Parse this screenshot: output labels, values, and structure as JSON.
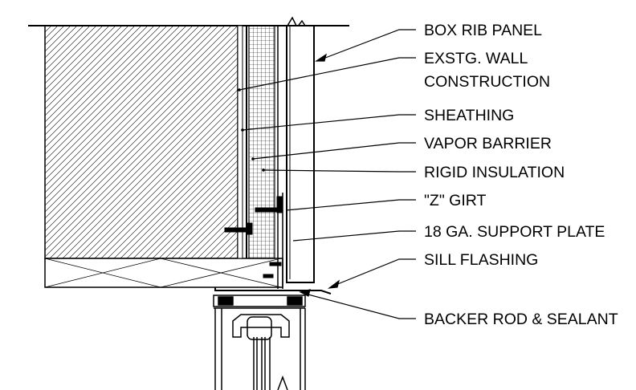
{
  "labels": {
    "box_rib_panel": "BOX RIB PANEL",
    "existing_wall_line1": "EXSTG. WALL",
    "existing_wall_line2": "CONSTRUCTION",
    "sheathing": "SHEATHING",
    "vapor_barrier": "VAPOR BARRIER",
    "rigid_insulation": "RIGID INSULATION",
    "z_girt": "\"Z\" GIRT",
    "support_plate": "18 GA. SUPPORT PLATE",
    "sill_flashing": "SILL FLASHING",
    "backer_rod": "BACKER ROD & SEALANT"
  },
  "colors": {
    "line": "#000000",
    "background": "#ffffff"
  }
}
